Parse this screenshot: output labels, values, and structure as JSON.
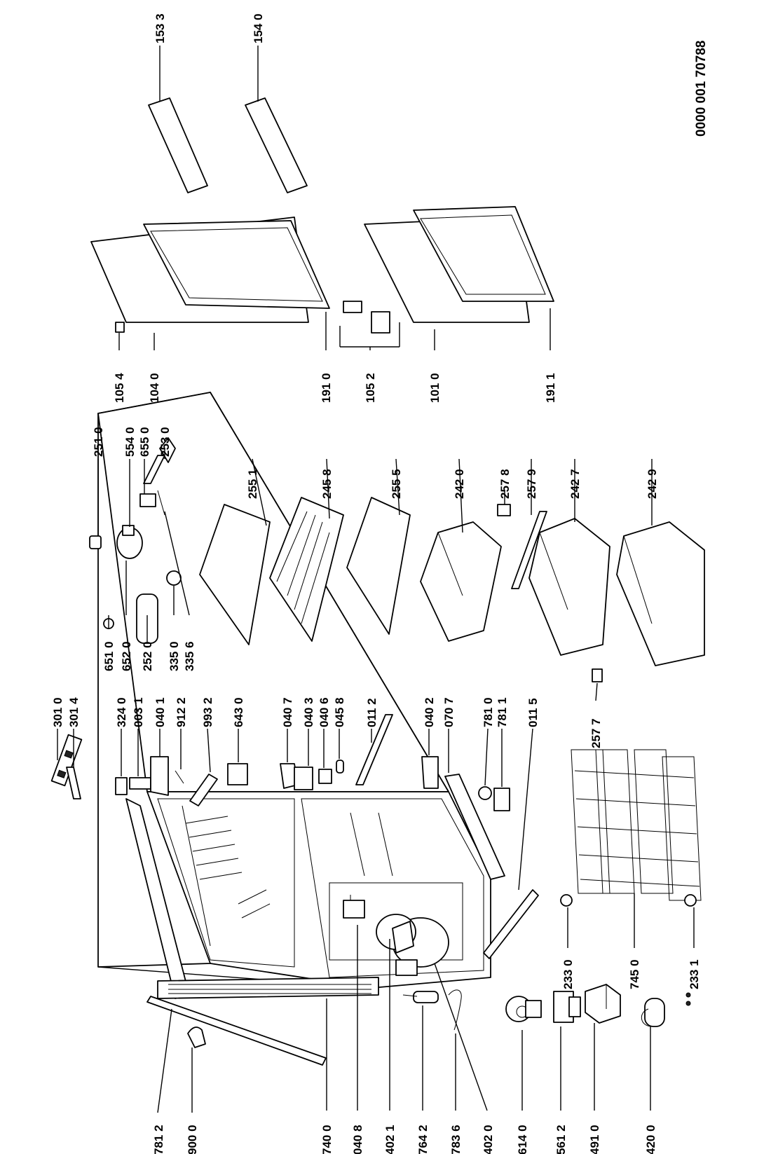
{
  "document_code": "0000 001 70788",
  "part_labels": [
    "781 2",
    "900 0",
    "740 0",
    "040 8",
    "402 1",
    "764 2",
    "783 6",
    "402 0",
    "614 0",
    "561 2",
    "491 0",
    "420 0",
    "301 0",
    "301 4",
    "324 0",
    "003 1",
    "040 1",
    "912 2",
    "993 2",
    "643 0",
    "040 7",
    "040 3",
    "040 6",
    "045 8",
    "011 2",
    "040 2",
    "070 7",
    "781 0",
    "781 1",
    "011 5",
    "233 0",
    "745 0",
    "233 1",
    "257 7",
    "651 0",
    "652 0",
    "252 0",
    "335 0",
    "335 6",
    "251 0",
    "554 0",
    "655 0",
    "253 0",
    "255 1",
    "245 8",
    "255 5",
    "242 0",
    "257 8",
    "257 9",
    "242 7",
    "242 9",
    "105 4",
    "104 0",
    "191 0",
    "105 2",
    "101 0",
    "191 1",
    "153 3",
    "154 0"
  ]
}
